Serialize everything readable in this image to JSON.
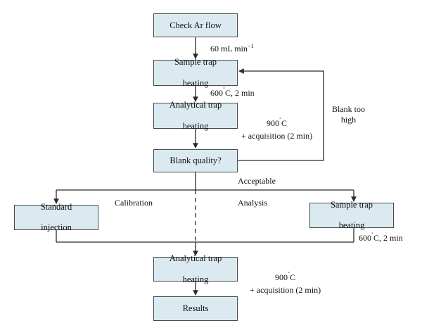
{
  "diagram": {
    "title": "Analytical workflow flowchart",
    "background_color": "#ffffff",
    "node_fill_color": "#dbe9f0",
    "node_border_color": "#4a4a4a",
    "text_color": "#111111"
  },
  "nodes": {
    "check_ar_flow": {
      "label": "Check Ar flow"
    },
    "sample_trap_heating_1": {
      "line1": "Sample trap",
      "line2": "heating"
    },
    "analytical_trap_heating_1": {
      "line1": "Analytical trap",
      "line2": "heating"
    },
    "blank_quality": {
      "label": "Blank quality?"
    },
    "standard_injection": {
      "line1": "Standard",
      "line2": "injection"
    },
    "sample_trap_heating_2": {
      "line1": "Sample trap",
      "line2": "heating"
    },
    "analytical_trap_heating_2": {
      "line1": "Analytical trap",
      "line2": "heating"
    },
    "results": {
      "label": "Results"
    }
  },
  "edge_labels": {
    "ar_flow_rate": {
      "value": "60",
      "unit": "mL min",
      "exponent": "−1"
    },
    "sample_trap_condition_1": {
      "temperature": "600",
      "degree": "˚",
      "scale": "C",
      "duration": ", 2 min"
    },
    "analytical_trap_condition_1": {
      "temperature": "900",
      "degree": "˚",
      "scale": "C",
      "detail": "+ acquisition (2 min)"
    },
    "blank_too_high": {
      "line1": "Blank too",
      "line2": "high"
    },
    "acceptable": {
      "label": "Acceptable"
    },
    "calibration": {
      "label": "Calibration"
    },
    "analysis": {
      "label": "Analysis"
    },
    "sample_trap_condition_2": {
      "temperature": "600",
      "degree": "˚",
      "scale": "C",
      "duration": ", 2 min"
    },
    "analytical_trap_condition_2": {
      "temperature": "900",
      "degree": "˚",
      "scale": "C",
      "detail": "+ acquisition (2 min)"
    }
  }
}
